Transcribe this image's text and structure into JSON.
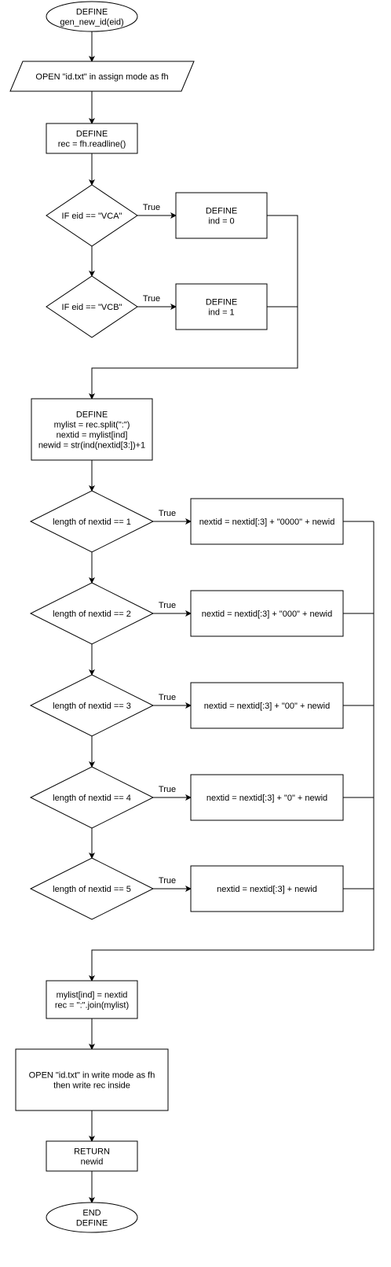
{
  "nodes": {
    "start": [
      "DEFINE",
      "gen_new_id(eid)"
    ],
    "open_read": [
      "OPEN \"id.txt\" in assign mode as fh"
    ],
    "define_rec": [
      "DEFINE",
      "rec = fh.readline()"
    ],
    "if_vca": [
      "IF eid == \"VCA\""
    ],
    "ind0": [
      "DEFINE",
      "ind = 0"
    ],
    "if_vcb": [
      "IF eid == \"VCB\""
    ],
    "ind1": [
      "DEFINE",
      "ind = 1"
    ],
    "define_list": [
      "DEFINE",
      "mylist = rec.split(\":\")",
      "nextid = mylist[ind]",
      "newid = str(ind(nextid[3:])+1"
    ],
    "len1": [
      "length of nextid == 1"
    ],
    "pad1": [
      "nextid = nextid[:3] + \"0000\" + newid"
    ],
    "len2": [
      "length of nextid == 2"
    ],
    "pad2": [
      "nextid = nextid[:3] + \"000\" + newid"
    ],
    "len3": [
      "length of nextid == 3"
    ],
    "pad3": [
      "nextid = nextid[:3] + \"00\" + newid"
    ],
    "len4": [
      "length of nextid == 4"
    ],
    "pad4": [
      "nextid = nextid[:3] + \"0\" + newid"
    ],
    "len5": [
      "length of nextid == 5"
    ],
    "pad5": [
      "nextid = nextid[:3] + newid"
    ],
    "join": [
      "mylist[ind] = nextid",
      "rec = \":\".join(mylist)"
    ],
    "open_write": [
      "OPEN \"id.txt\" in write mode as fh",
      "then write rec inside"
    ],
    "return": [
      "RETURN",
      "newid"
    ],
    "end": [
      "END",
      "DEFINE"
    ]
  },
  "edge_labels": {
    "true": "True"
  }
}
